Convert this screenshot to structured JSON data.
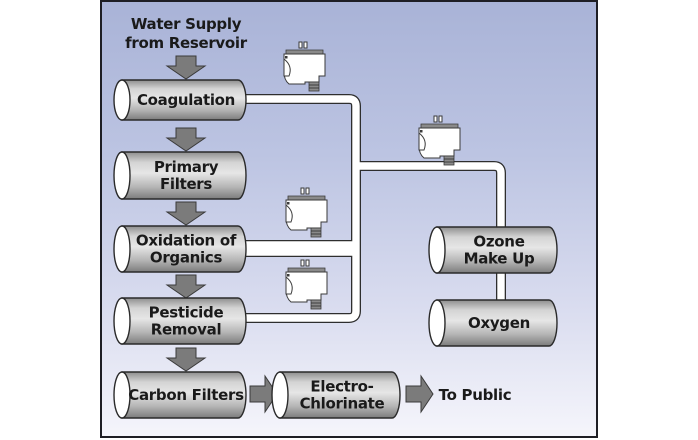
{
  "diagram": {
    "title_lines": [
      "Water Supply",
      "from Reservoir"
    ],
    "main_process": [
      {
        "id": "coagulation",
        "lines": [
          "Coagulation"
        ]
      },
      {
        "id": "primary-filters",
        "lines": [
          "Primary",
          "Filters"
        ]
      },
      {
        "id": "oxidation",
        "lines": [
          "Oxidation of",
          "Organics"
        ]
      },
      {
        "id": "pesticide",
        "lines": [
          "Pesticide",
          "Removal"
        ]
      },
      {
        "id": "carbon-filters",
        "lines": [
          "Carbon Filters"
        ]
      }
    ],
    "final_stage": {
      "id": "electro-chlorinate",
      "lines": [
        "Electro-",
        "Chlorinate"
      ]
    },
    "output_label": "To Public",
    "ozone_system": [
      {
        "id": "ozone-make-up",
        "lines": [
          "Ozone",
          "Make Up"
        ]
      },
      {
        "id": "oxygen",
        "lines": [
          "Oxygen"
        ]
      }
    ],
    "sensors": [
      {
        "id": "sensor-coagulation",
        "connects_to": "coagulation"
      },
      {
        "id": "sensor-ozone",
        "connects_to": "ozone-make-up"
      },
      {
        "id": "sensor-oxidation",
        "connects_to": "oxidation"
      },
      {
        "id": "sensor-pesticide",
        "connects_to": "pesticide"
      }
    ],
    "colors": {
      "background_top": "#a9b3d7",
      "background_bottom": "#f5f5fb",
      "cylinder_body": "#b8b8b8",
      "arrow": "#7b7b7b",
      "pipe": "#ffffff",
      "text": "#1a1a1a"
    }
  }
}
